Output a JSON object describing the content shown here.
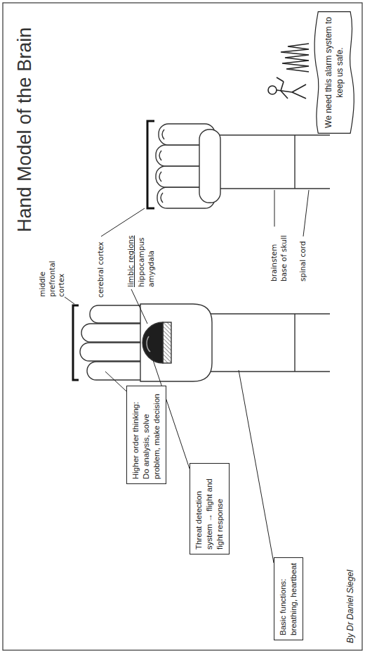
{
  "diagram": {
    "title": "Hand Model of the Brain",
    "nodes": [
      {
        "text": [
          "Higher order thinking: Do analysis, solve problem, make decision"
        ]
      },
      {
        "text": [
          "Threat detection system → flight and fight response"
        ]
      },
      {
        "text": [
          "Basic functions: breathing, heartbeat"
        ]
      },
      {
        "text": [
          "We need this alarm system to keep us safe."
        ]
      }
    ],
    "labels": [
      "middle prefrontal cortex",
      "cerebral cortex",
      "limbic regions",
      "hippocampus",
      "amygdala",
      "brainstem base of skull",
      "spinal cord",
      "By Dr Daniel Siegel"
    ]
  }
}
